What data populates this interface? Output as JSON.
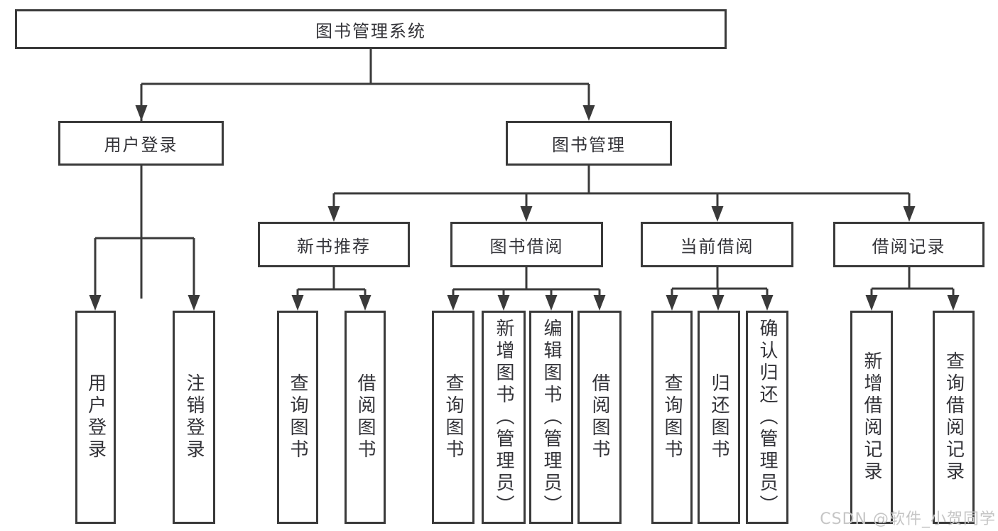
{
  "colors": {
    "line": "#3a3a3a",
    "text": "#333338",
    "watermark": "#c5c5c5",
    "background": "#ffffff"
  },
  "watermark": "CSDN @软件_小贺同学",
  "tree": {
    "root": {
      "label": "图书管理系统"
    },
    "children": [
      {
        "label": "用户登录",
        "children": [
          {
            "label": "用户登录"
          },
          {
            "label": "注销登录"
          }
        ]
      },
      {
        "label": "图书管理",
        "children": [
          {
            "label": "新书推荐",
            "children": [
              {
                "label": "查询图书"
              },
              {
                "label": "借阅图书"
              }
            ]
          },
          {
            "label": "图书借阅",
            "children": [
              {
                "label": "查询图书"
              },
              {
                "label": "新增图书（管理员）"
              },
              {
                "label": "编辑图书（管理员）"
              },
              {
                "label": "借阅图书"
              }
            ]
          },
          {
            "label": "当前借阅",
            "children": [
              {
                "label": "查询图书"
              },
              {
                "label": "归还图书"
              },
              {
                "label": "确认归还（管理员）"
              }
            ]
          },
          {
            "label": "借阅记录",
            "children": [
              {
                "label": "新增借阅记录"
              },
              {
                "label": "查询借阅记录"
              }
            ]
          }
        ]
      }
    ]
  }
}
